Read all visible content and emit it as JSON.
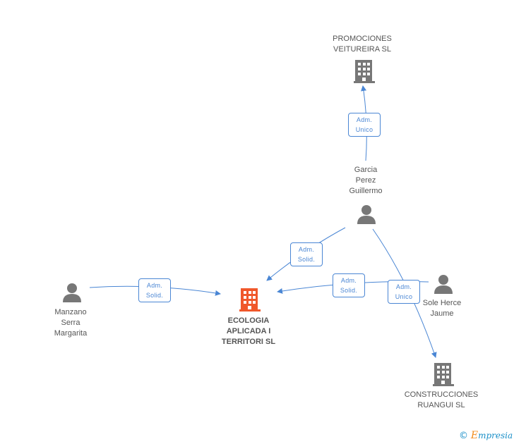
{
  "nodes": {
    "promociones": {
      "label": "PROMOCIONES\nVEITUREIRA SL",
      "type": "company",
      "icon": "building-icon"
    },
    "garcia": {
      "label": "Garcia\nPerez\nGuillermo",
      "type": "person",
      "icon": "person-icon"
    },
    "manzano": {
      "label": "Manzano\nSerra\nMargarita",
      "type": "person",
      "icon": "person-icon"
    },
    "ecologia": {
      "label": "ECOLOGIA\nAPLICADA I\nTERRITORI SL",
      "type": "company-focus",
      "icon": "building-icon"
    },
    "sole": {
      "label": "Sole Herce\nJaume",
      "type": "person",
      "icon": "person-icon"
    },
    "construcciones": {
      "label": "CONSTRUCCIONES\nRUANGUI SL",
      "type": "company",
      "icon": "building-icon"
    }
  },
  "edges": {
    "garcia_promociones": "Adm.\nUnico",
    "garcia_ecologia": "Adm.\nSolid.",
    "manzano_ecologia": "Adm.\nSolid.",
    "sole_ecologia": "Adm.\nSolid.",
    "garcia_construcciones": "Adm.\nUnico"
  },
  "footer": {
    "copyright": "©",
    "brand_initial": "E",
    "brand_rest": "mpresia"
  },
  "colors": {
    "edge": "#4a86d4",
    "node_icon": "#777777",
    "focus_icon": "#f0582b",
    "label_text": "#555555"
  }
}
